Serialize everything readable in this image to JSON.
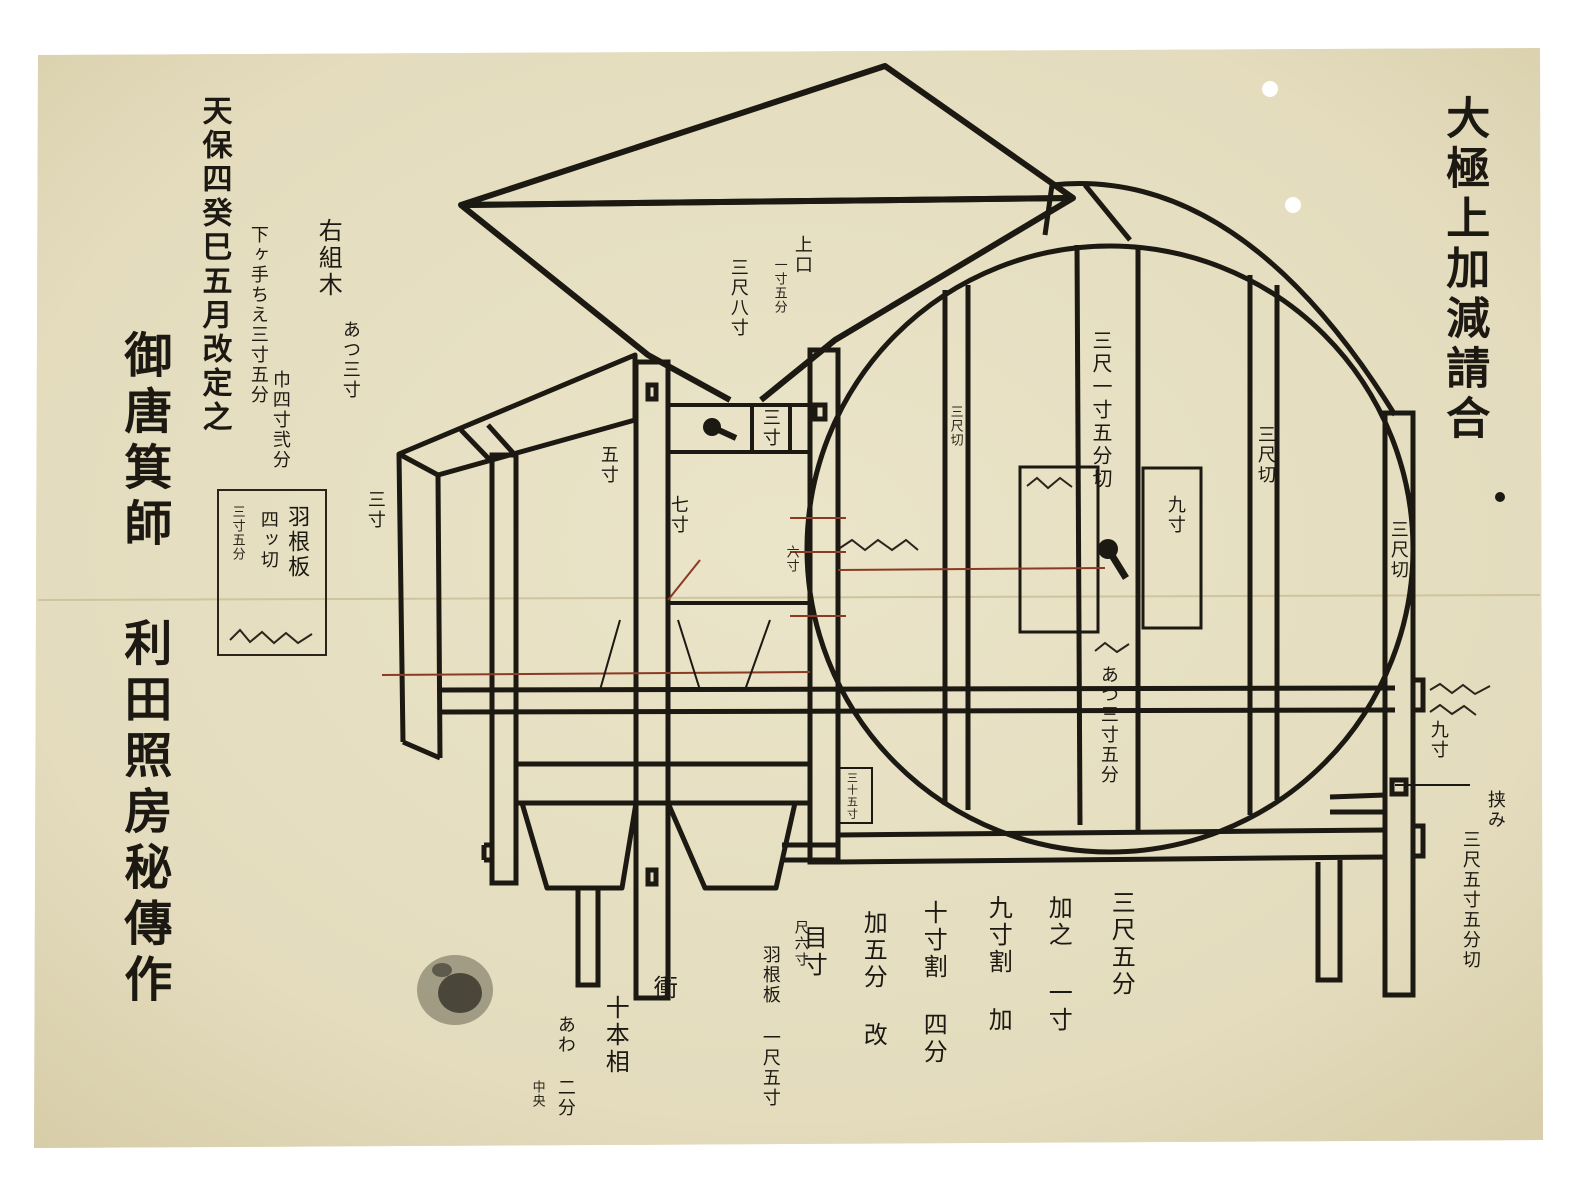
{
  "document": {
    "title": "大極上加減請合",
    "date": "天保四癸巳五月改定之",
    "author": "御唐箕師 利田照房秘傳作"
  },
  "notes": {
    "top_left_main": "右組木",
    "top_left_sub1": "あつ三寸",
    "top_left_sub2": "下ヶ手ちえ三寸五分",
    "top_left_sub3": "巾四寸弐分",
    "top_left_sub4": "三寸",
    "boxed_main": "羽根板",
    "boxed_sub1": "四ッ切",
    "boxed_sub2": "三寸五分",
    "hopper_upper": "上口",
    "hopper_upper_sub": "一寸五分",
    "hopper_middle": "三尺八寸",
    "hopper_side": "五寸",
    "frame_label1": "七寸",
    "frame_label2": "三寸",
    "frame_label3": "六寸",
    "drum_label1": "三尺一寸五分切",
    "drum_label2": "九寸",
    "drum_label3": "三尺切",
    "drum_label4": "三尺切",
    "drum_label5": "あつ三寸五分",
    "right_label1": "三尺切",
    "right_label2": "九寸",
    "right_label3": "挟み",
    "right_label4": "三尺五寸五分切",
    "bottom_label1": "三十五寸",
    "bottom_group1": "三尺五分",
    "bottom_group2": "加之 一寸",
    "bottom_group3": "九寸割 加",
    "bottom_group4": "十寸割 四分",
    "bottom_group5": "加五分 改",
    "bottom_group6": "目寸",
    "bottom_small1": "尺六寸",
    "bottom_small2": "羽根板 一尺五寸",
    "bottom_small3": "衝",
    "bottom_small4": "十本相",
    "bottom_small5": "あわ 二分",
    "bottom_small6": "中央"
  },
  "colors": {
    "paper": "#e6dfc2",
    "paper_edge": "#d2c7a1",
    "ink": "#1c1812",
    "red_ink": "#8b3a24"
  }
}
